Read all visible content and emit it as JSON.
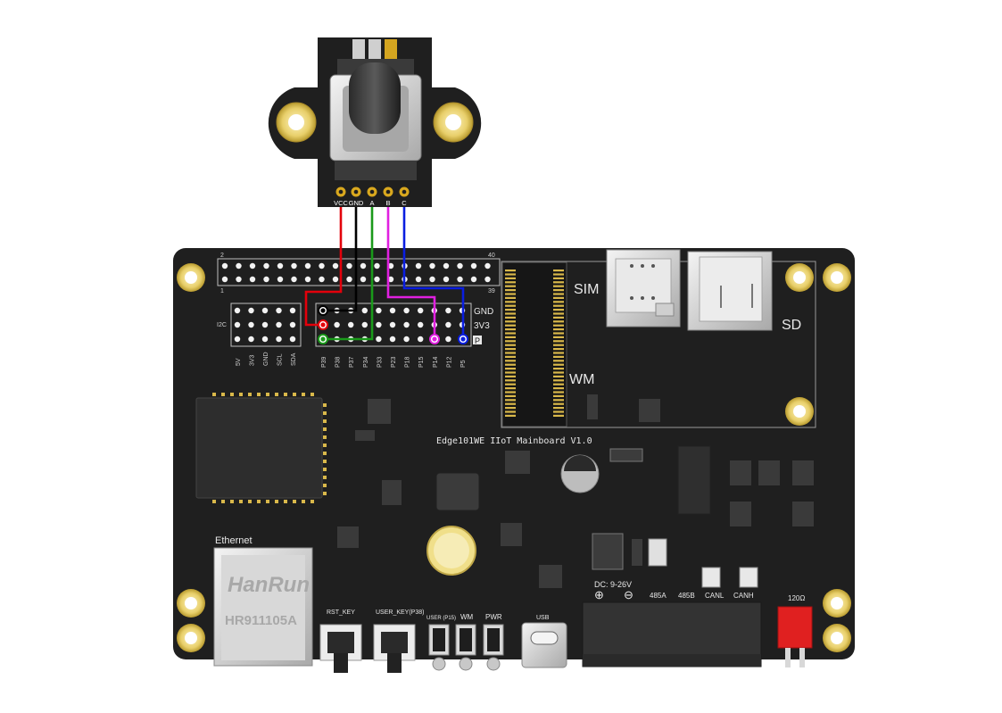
{
  "encoder": {
    "pins": [
      "VCC",
      "GND",
      "A",
      "B",
      "C"
    ]
  },
  "board": {
    "title": "Edge101WE IIoT Mainboard V1.0",
    "header_top_left": "2",
    "header_top_right": "40",
    "header_bottom_left": "1",
    "header_bottom_right": "39",
    "i2c_label": "I2C",
    "i2c_pins": [
      "5V",
      "3V3",
      "GND",
      "SCL",
      "SDA"
    ],
    "gpio_pins": [
      "P39",
      "P38",
      "P37",
      "P34",
      "P33",
      "P23",
      "P18",
      "P15",
      "P14",
      "P12",
      "P5"
    ],
    "rail_gnd": "GND",
    "rail_3v3": "3V3",
    "rail_p": "P",
    "sim_label": "SIM",
    "sd_label": "SD",
    "wm_label": "WM",
    "ethernet_label": "Ethernet",
    "rj45_brand": "HanRun",
    "rj45_model": "HR911105A",
    "rst_key": "RST_KEY",
    "user_key": "USER_KEY(P38)",
    "led_user": "USER (P15)",
    "led_wm": "WM",
    "led_pwr": "PWR",
    "usb_label": "USB",
    "dc_label": "DC: 9-26V",
    "dc_plus": "⊕",
    "dc_minus": "⊖",
    "term_485a": "485A",
    "term_485b": "485B",
    "term_canl": "CANL",
    "term_canh": "CANH",
    "resistor_label": "120Ω"
  },
  "wire_colors": {
    "vcc": "#e3000b",
    "gnd": "#000000",
    "a": "#1a9a1a",
    "b": "#e020e0",
    "c": "#0a1ee0"
  }
}
